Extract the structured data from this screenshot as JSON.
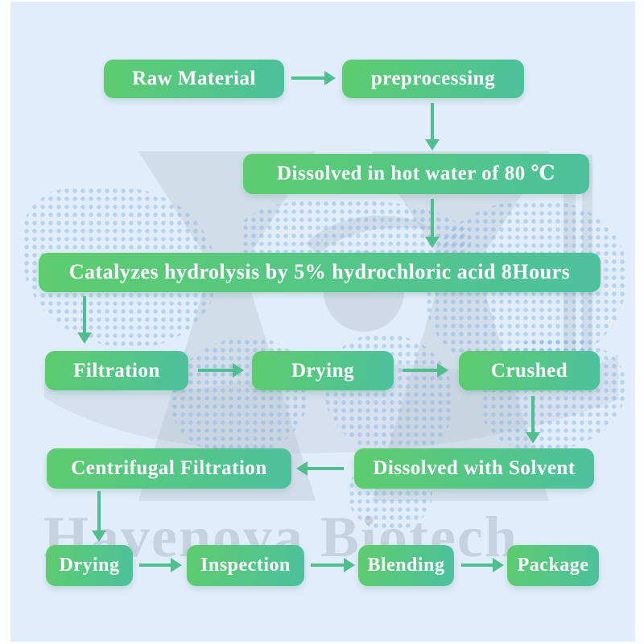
{
  "flowchart": {
    "type": "process-flow",
    "nodes": [
      {
        "id": "raw-material",
        "label": "Raw Material"
      },
      {
        "id": "preprocessing",
        "label": "preprocessing"
      },
      {
        "id": "dissolve-hot-water",
        "label": "Dissolved in hot water of 80 ℃"
      },
      {
        "id": "catalyze-hydrolysis",
        "label": "Catalyzes hydrolysis by 5% hydrochloric acid 8Hours"
      },
      {
        "id": "filtration",
        "label": "Filtration"
      },
      {
        "id": "drying-1",
        "label": "Drying"
      },
      {
        "id": "crushed",
        "label": "Crushed"
      },
      {
        "id": "centrifugal-filtration",
        "label": "Centrifugal Filtration"
      },
      {
        "id": "dissolved-with-solvent",
        "label": "Dissolved with Solvent"
      },
      {
        "id": "drying-2",
        "label": "Drying"
      },
      {
        "id": "inspection",
        "label": "Inspection"
      },
      {
        "id": "blending",
        "label": "Blending"
      },
      {
        "id": "package",
        "label": "Package"
      }
    ],
    "edges": [
      {
        "from": "raw-material",
        "to": "preprocessing"
      },
      {
        "from": "preprocessing",
        "to": "dissolve-hot-water"
      },
      {
        "from": "dissolve-hot-water",
        "to": "catalyze-hydrolysis"
      },
      {
        "from": "catalyze-hydrolysis",
        "to": "filtration"
      },
      {
        "from": "filtration",
        "to": "drying-1"
      },
      {
        "from": "drying-1",
        "to": "crushed"
      },
      {
        "from": "crushed",
        "to": "dissolved-with-solvent"
      },
      {
        "from": "dissolved-with-solvent",
        "to": "centrifugal-filtration"
      },
      {
        "from": "centrifugal-filtration",
        "to": "drying-2"
      },
      {
        "from": "drying-2",
        "to": "inspection"
      },
      {
        "from": "inspection",
        "to": "blending"
      },
      {
        "from": "blending",
        "to": "package"
      }
    ]
  },
  "watermark": {
    "text": "Havenova Biotech"
  },
  "icons": {
    "logo": "funnel-hourglass-emblem"
  },
  "colors": {
    "background": "#e2edfb",
    "page_margin": "#ffffff",
    "box_gradient_start": "#5ecc6e",
    "box_gradient_end": "#4cc19e",
    "box_text": "#ffffff",
    "arrow": "#4fbf8e",
    "watermark_text": "rgba(171,181,196,0.5)",
    "map_dots": "rgba(127,172,224,0.42)",
    "logo_gray": "#b9c2cf"
  }
}
